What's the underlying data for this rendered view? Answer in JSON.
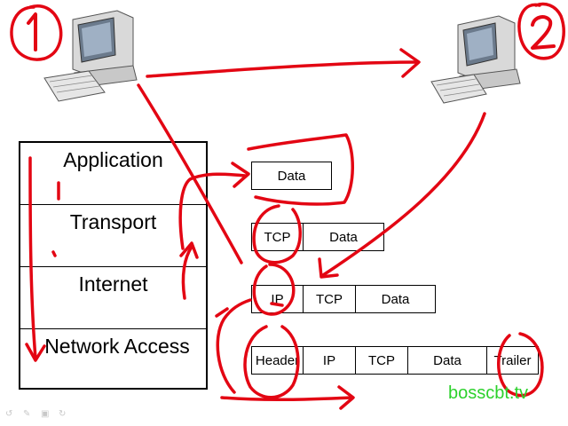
{
  "layers": [
    {
      "label": "Application"
    },
    {
      "label": "Transport"
    },
    {
      "label": "Internet"
    },
    {
      "label": "Network Access"
    }
  ],
  "packets": {
    "application": [
      "Data"
    ],
    "transport": [
      "TCP",
      "Data"
    ],
    "internet": [
      "IP",
      "TCP",
      "Data"
    ],
    "network_access": [
      "Header",
      "IP",
      "TCP",
      "Data",
      "Trailer"
    ]
  },
  "annotations": {
    "host_1": "1",
    "host_2": "2"
  },
  "watermark": "bosscbt.tv",
  "colors": {
    "ink": "#e30613",
    "watermark": "#2cd12c"
  }
}
